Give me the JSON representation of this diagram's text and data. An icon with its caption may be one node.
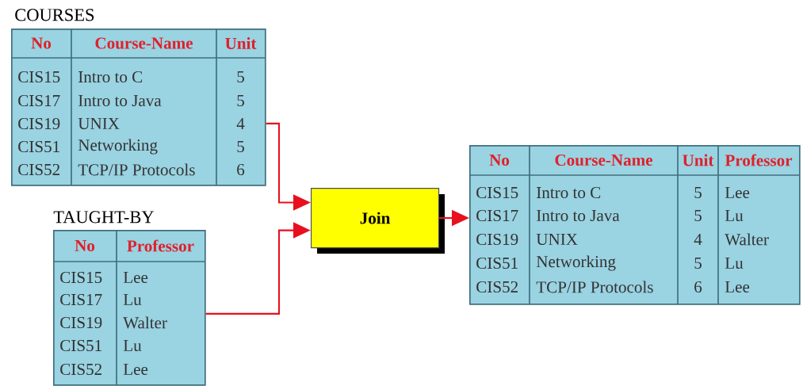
{
  "diagram": {
    "nodes": [
      {
        "text": [
          "COURSES",
          "No",
          "Course-Name",
          "Unit",
          "CIS15",
          "Intro to C",
          "5",
          "CIS17",
          "Intro to Java",
          "5",
          "CIS19",
          "UNIX",
          "4",
          "CIS51",
          "Networking",
          "5",
          "CIS52",
          "TCP/IP Protocols",
          "6"
        ]
      },
      {
        "text": [
          "TAUGHT-BY",
          "No",
          "Professor",
          "CIS15",
          "Lee",
          "CIS17",
          "Lu",
          "CIS19",
          "Walter",
          "CIS51",
          "Lu",
          "CIS52",
          "Lee"
        ]
      },
      {
        "text": [
          "Join"
        ]
      },
      {
        "text": [
          "No",
          "Course-Name",
          "Unit",
          "Professor",
          "CIS15",
          "Intro to C",
          "5",
          "Lee",
          "CIS17",
          "Intro to Java",
          "5",
          "Lu",
          "CIS19",
          "UNIX",
          "4",
          "Walter",
          "CIS51",
          "Networking",
          "5",
          "Lu",
          "CIS52",
          "TCP/IP Protocols",
          "6",
          "Lee"
        ]
      }
    ],
    "edges": [
      {
        "from": 0,
        "to": 2,
        "arrow": "to"
      },
      {
        "from": 1,
        "to": 2,
        "arrow": "to"
      },
      {
        "from": 2,
        "to": 3,
        "arrow": "to"
      }
    ]
  }
}
